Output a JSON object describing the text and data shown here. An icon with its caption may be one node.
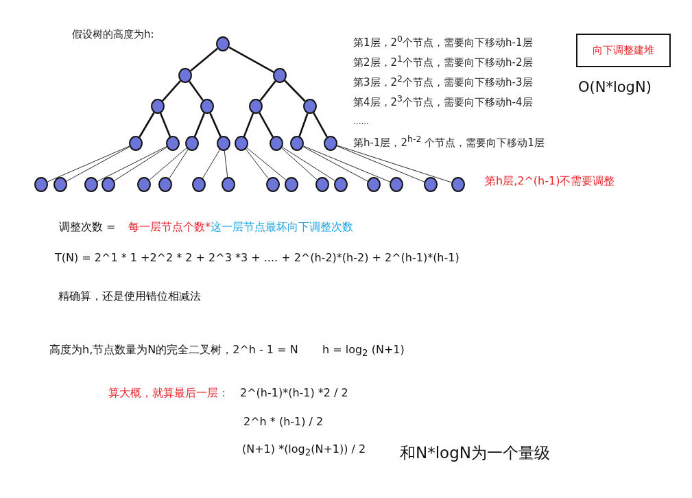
{
  "diagram": {
    "nodes": [
      {
        "text": [],
        "shape": "circle"
      },
      {
        "text": [],
        "shape": "circle"
      },
      {
        "text": [],
        "shape": "circle"
      },
      {
        "text": [],
        "shape": "circle"
      },
      {
        "text": [],
        "shape": "circle"
      },
      {
        "text": [],
        "shape": "circle"
      },
      {
        "text": [],
        "shape": "circle"
      },
      {
        "text": [],
        "shape": "circle"
      },
      {
        "text": [],
        "shape": "circle"
      },
      {
        "text": [],
        "shape": "circle"
      },
      {
        "text": [],
        "shape": "circle"
      },
      {
        "text": [],
        "shape": "circle"
      },
      {
        "text": [],
        "shape": "circle"
      },
      {
        "text": [],
        "shape": "circle"
      },
      {
        "text": [],
        "shape": "circle"
      },
      {
        "text": [],
        "shape": "circle"
      },
      {
        "text": [],
        "shape": "circle"
      },
      {
        "text": [],
        "shape": "circle"
      },
      {
        "text": [],
        "shape": "circle"
      },
      {
        "text": [],
        "shape": "circle"
      },
      {
        "text": [],
        "shape": "circle"
      },
      {
        "text": [],
        "shape": "circle"
      },
      {
        "text": [],
        "shape": "circle"
      },
      {
        "text": [],
        "shape": "circle"
      },
      {
        "text": [],
        "shape": "circle"
      },
      {
        "text": [],
        "shape": "circle"
      },
      {
        "text": [],
        "shape": "circle"
      },
      {
        "text": [],
        "shape": "circle"
      },
      {
        "text": [],
        "shape": "circle"
      },
      {
        "text": [],
        "shape": "circle"
      },
      {
        "text": [],
        "shape": "circle"
      },
      {
        "text": [
          "向下调整建堆"
        ]
      }
    ],
    "edges": [
      {
        "from": 0,
        "to": 1,
        "arrow": "none",
        "style": "thick"
      },
      {
        "from": 0,
        "to": 2,
        "arrow": "none",
        "style": "thick"
      },
      {
        "from": 1,
        "to": 3,
        "arrow": "none",
        "style": "thick"
      },
      {
        "from": 1,
        "to": 4,
        "arrow": "none",
        "style": "thick"
      },
      {
        "from": 2,
        "to": 5,
        "arrow": "none",
        "style": "thick"
      },
      {
        "from": 2,
        "to": 6,
        "arrow": "none",
        "style": "thick"
      },
      {
        "from": 3,
        "to": 7,
        "arrow": "none",
        "style": "thick"
      },
      {
        "from": 3,
        "to": 8,
        "arrow": "none",
        "style": "thick"
      },
      {
        "from": 4,
        "to": 9,
        "arrow": "none",
        "style": "thick"
      },
      {
        "from": 4,
        "to": 10,
        "arrow": "none",
        "style": "thick"
      },
      {
        "from": 5,
        "to": 11,
        "arrow": "none",
        "style": "thick"
      },
      {
        "from": 5,
        "to": 12,
        "arrow": "none",
        "style": "thick"
      },
      {
        "from": 6,
        "to": 13,
        "arrow": "none",
        "style": "thick"
      },
      {
        "from": 6,
        "to": 14,
        "arrow": "none",
        "style": "thick"
      },
      {
        "from": 7,
        "to": 15,
        "arrow": "none"
      },
      {
        "from": 7,
        "to": 16,
        "arrow": "none"
      },
      {
        "from": 8,
        "to": 17,
        "arrow": "none"
      },
      {
        "from": 8,
        "to": 18,
        "arrow": "none"
      },
      {
        "from": 9,
        "to": 19,
        "arrow": "none"
      },
      {
        "from": 9,
        "to": 20,
        "arrow": "none"
      },
      {
        "from": 10,
        "to": 21,
        "arrow": "none"
      },
      {
        "from": 10,
        "to": 22,
        "arrow": "none"
      },
      {
        "from": 11,
        "to": 23,
        "arrow": "none"
      },
      {
        "from": 11,
        "to": 24,
        "arrow": "none"
      },
      {
        "from": 12,
        "to": 25,
        "arrow": "none"
      },
      {
        "from": 12,
        "to": 26,
        "arrow": "none"
      },
      {
        "from": 13,
        "to": 27,
        "arrow": "none"
      },
      {
        "from": 13,
        "to": 28,
        "arrow": "none"
      },
      {
        "from": 14,
        "to": 29,
        "arrow": "none"
      },
      {
        "from": 14,
        "to": 30,
        "arrow": "none"
      }
    ],
    "labels": [
      "假设树的高度为h:",
      "第1层，2$^{0}$个节点，需要向下移动h-1层",
      "第2层，2$^{1}$个节点，需要向下移动h-2层",
      "第3层，2$^{2}$个节点，需要向下移动h-3层",
      "第4层，2$^{3}$个节点，需要向下移动h-4层",
      "......",
      "第h-1层，2$^{h-2}$ 个节点，需要向下移动1层",
      "O(N*logN)",
      "第h层,2^(h-1)不需要调整",
      "调整次数 =",
      "每一层节点个数*",
      "这一层节点最坏向下调整次数",
      "T(N) = 2^1 * 1 +2^2  * 2 + 2^3 *3 + .... + 2^(h-2)*(h-2) + 2^(h-1)*(h-1)",
      "精确算，还是使用错位相减法",
      "高度为h,节点数量为N的完全二叉树，2^h - 1 = N",
      "h = log$_{2}$ (N+1)",
      "算大概，就算最后一层：",
      "2^(h-1)*(h-1)  *2 / 2",
      "2^h * (h-1) / 2",
      "(N+1) *(log$_{2}$(N+1)) / 2",
      "和N*logN为一个量级"
    ]
  }
}
